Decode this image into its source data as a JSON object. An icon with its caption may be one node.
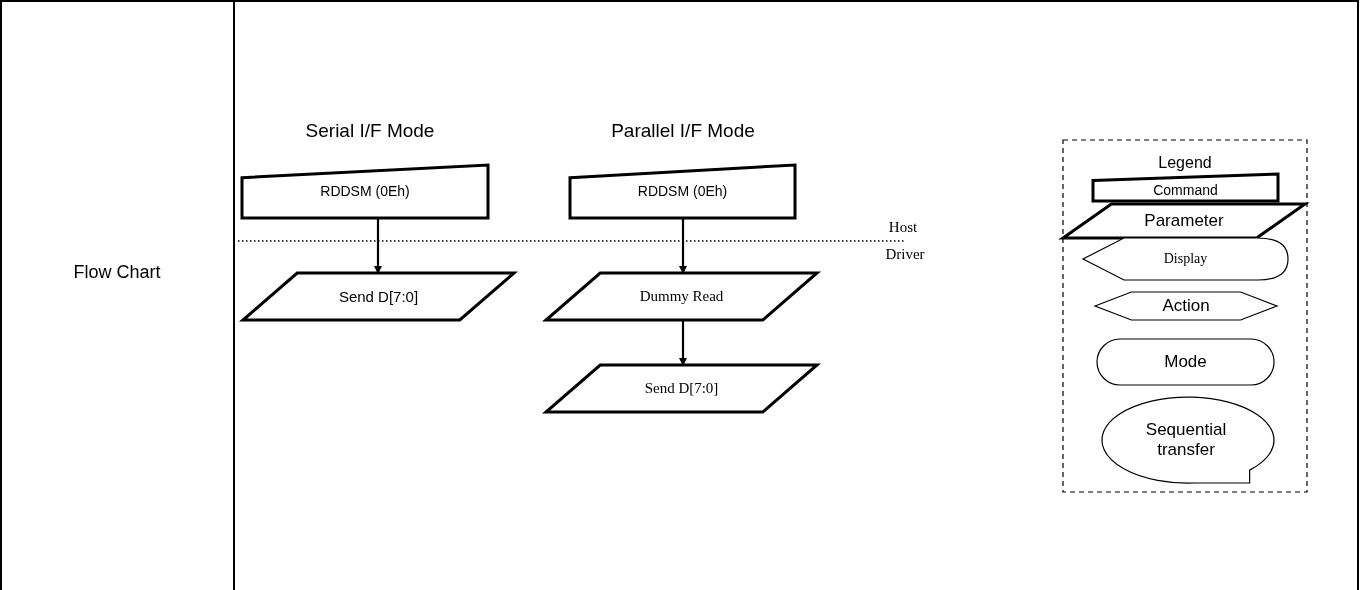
{
  "diagram": {
    "nodes": [
      {
        "text": [
          "RDDSM (0Eh)"
        ]
      },
      {
        "text": [
          "Send D[7:0]"
        ]
      },
      {
        "text": [
          "RDDSM (0Eh)"
        ]
      },
      {
        "text": [
          "Dummy Read"
        ]
      },
      {
        "text": [
          "Send D[7:0]"
        ]
      },
      {
        "text": [
          "Legend"
        ]
      },
      {
        "text": [
          "Command"
        ],
        "in": 5
      },
      {
        "text": [
          "Parameter"
        ],
        "in": 5
      },
      {
        "text": [
          "Display"
        ],
        "in": 5
      },
      {
        "text": [
          "Action"
        ],
        "in": 5
      },
      {
        "text": [
          "Mode"
        ],
        "in": 5
      },
      {
        "text": [
          "Sequential transfer"
        ],
        "in": 5
      }
    ],
    "edges": [
      {
        "from": 0,
        "to": 1,
        "arrow": "to"
      },
      {
        "from": 2,
        "to": 3,
        "arrow": "to"
      },
      {
        "from": 3,
        "to": 4,
        "arrow": "to"
      }
    ],
    "labels": [
      "Flow Chart",
      "Serial I/F Mode",
      "Parallel I/F Mode",
      "Host",
      "Driver"
    ]
  }
}
